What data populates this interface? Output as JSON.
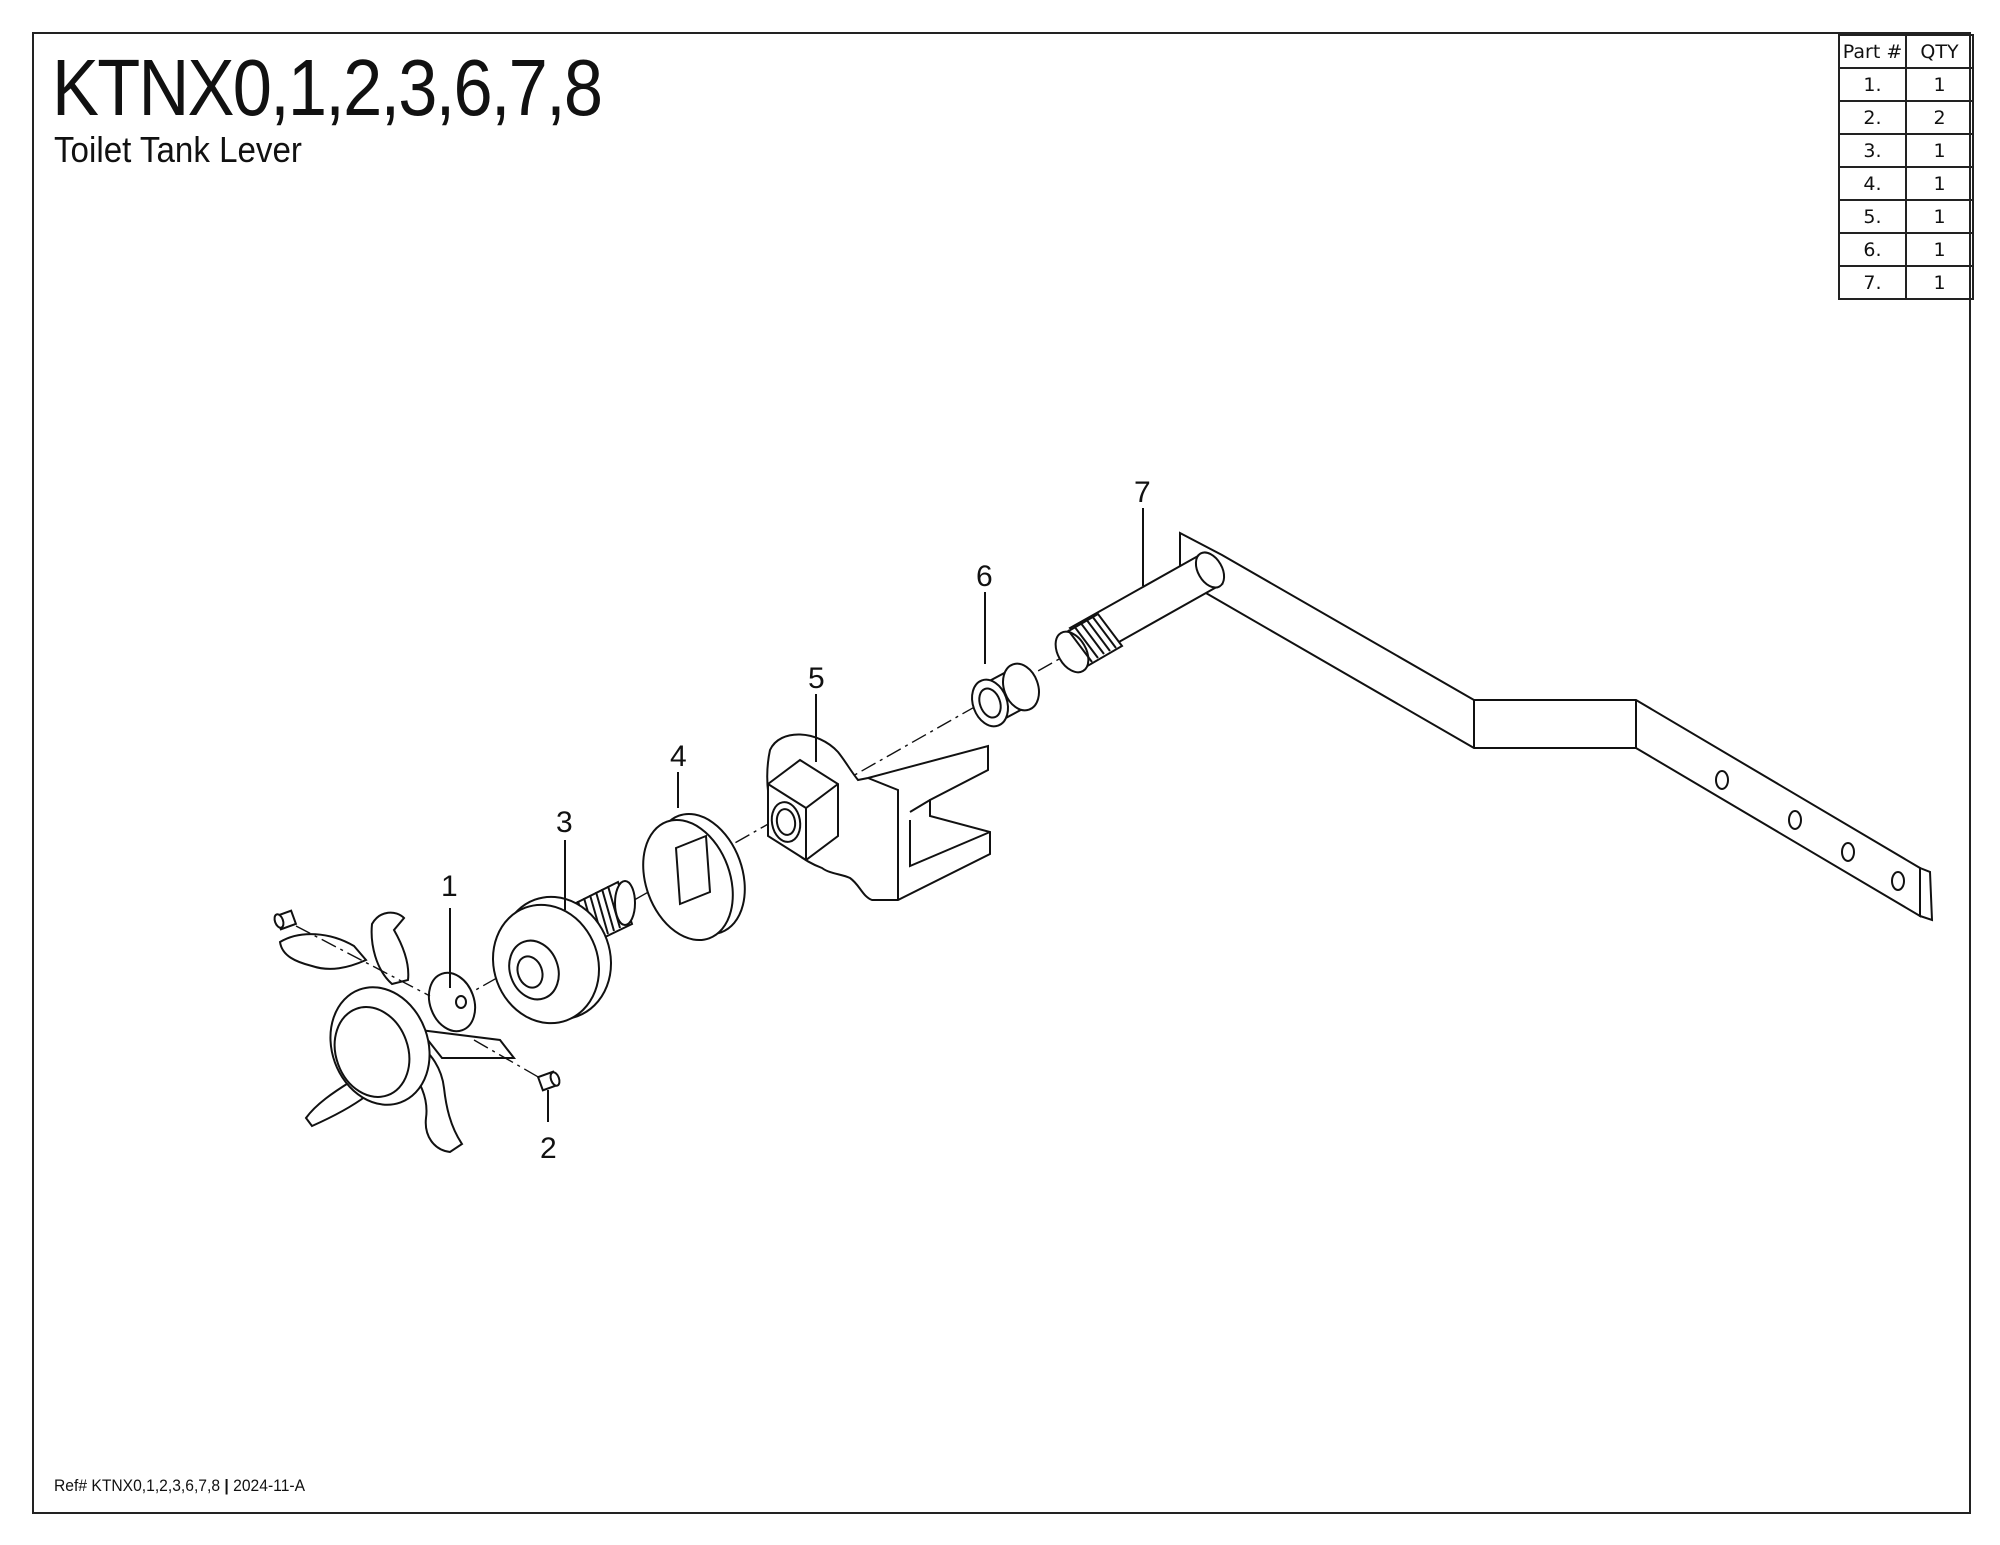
{
  "header": {
    "title": "KTNX0,1,2,3,6,7,8",
    "subtitle": "Toilet Tank Lever"
  },
  "parts_table": {
    "headers": [
      "Part #",
      "QTY"
    ],
    "rows": [
      {
        "part": "1.",
        "qty": "1"
      },
      {
        "part": "2.",
        "qty": "2"
      },
      {
        "part": "3.",
        "qty": "1"
      },
      {
        "part": "4.",
        "qty": "1"
      },
      {
        "part": "5.",
        "qty": "1"
      },
      {
        "part": "6.",
        "qty": "1"
      },
      {
        "part": "7.",
        "qty": "1"
      }
    ]
  },
  "callouts": {
    "c1": "1",
    "c2": "2",
    "c3": "3",
    "c4": "4",
    "c5": "5",
    "c6": "6",
    "c7": "7"
  },
  "footer": {
    "ref_prefix": "Ref# KTNX0,1,2,3,6,7,8",
    "separator": "|",
    "revision": "2024-11-A"
  }
}
